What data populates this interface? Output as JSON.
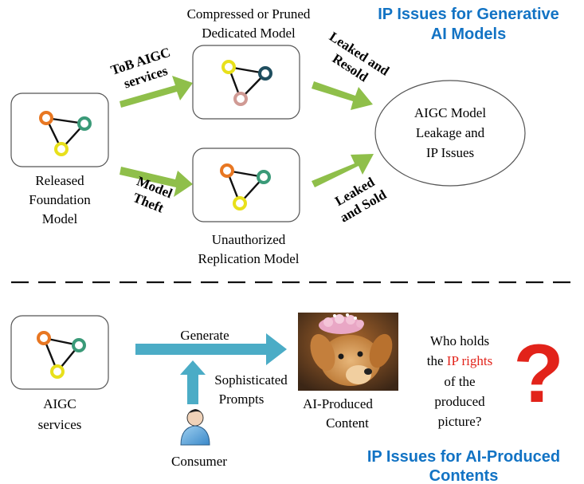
{
  "top_section": {
    "title_line1": "IP Issues for Generative",
    "title_line2": "AI Models",
    "released_label_line1": "Released",
    "released_label_line2": "Foundation",
    "released_label_line3": "Model",
    "compressed_label_line1": "Compressed or Pruned",
    "compressed_label_line2": "Dedicated Model",
    "unauthorized_label_line1": "Unauthorized",
    "unauthorized_label_line2": "Replication Model",
    "tob_label_line1": "ToB AIGC",
    "tob_label_line2": "services",
    "theft_label_line1": "Model",
    "theft_label_line2": "Theft",
    "resold_label_line1": "Leaked and",
    "resold_label_line2": "Resold",
    "sold_label_line1": "Leaked",
    "sold_label_line2": "and Sold",
    "ellipse_line1": "AIGC Model",
    "ellipse_line2": "Leakage and",
    "ellipse_line3": "IP Issues"
  },
  "bottom_section": {
    "title_line1": "IP Issues for AI-Produced",
    "title_line2": "Contents",
    "services_label_line1": "AIGC",
    "services_label_line2": "services",
    "generate_label": "Generate",
    "prompts_label_line1": "Sophisticated",
    "prompts_label_line2": "Prompts",
    "consumer_label": "Consumer",
    "content_label_line1": "AI-Produced",
    "content_label_line2": "Content",
    "question_line1": "Who holds",
    "question_line2_prefix": "the ",
    "question_line2_highlight": "IP rights",
    "question_line3": "of the",
    "question_line4": "produced",
    "question_line5": "picture?",
    "question_mark": "?"
  },
  "colors": {
    "title_blue": "#1273c4",
    "green_arrow": "#8fbf4a",
    "blue_arrow": "#4bacc6",
    "question_red": "#e2231a",
    "ip_rights_red": "#e2231a"
  }
}
